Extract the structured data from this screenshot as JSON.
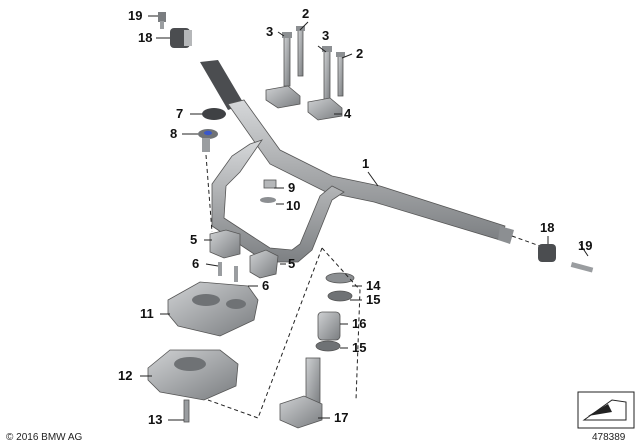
{
  "diagram": {
    "callouts": {
      "c1": "1",
      "c2a": "2",
      "c2b": "2",
      "c3a": "3",
      "c3b": "3",
      "c4": "4",
      "c5a": "5",
      "c5b": "5",
      "c6a": "6",
      "c6b": "6",
      "c7": "7",
      "c8": "8",
      "c9": "9",
      "c10": "10",
      "c11": "11",
      "c12": "12",
      "c13": "13",
      "c14": "14",
      "c15a": "15",
      "c15b": "15",
      "c16": "16",
      "c17": "17",
      "c18a": "18",
      "c18b": "18",
      "c19a": "19",
      "c19b": "19"
    },
    "colors": {
      "part_fill": "#a9abad",
      "part_dark": "#6f7275",
      "part_light": "#d3d5d7",
      "line": "#222222",
      "cap_blue": "#3a57c9"
    }
  },
  "footer": {
    "copyright": "© 2016 BMW AG",
    "reference_number": "478389"
  },
  "icons": {
    "corner_icon": "page-corner-arrow-icon"
  }
}
